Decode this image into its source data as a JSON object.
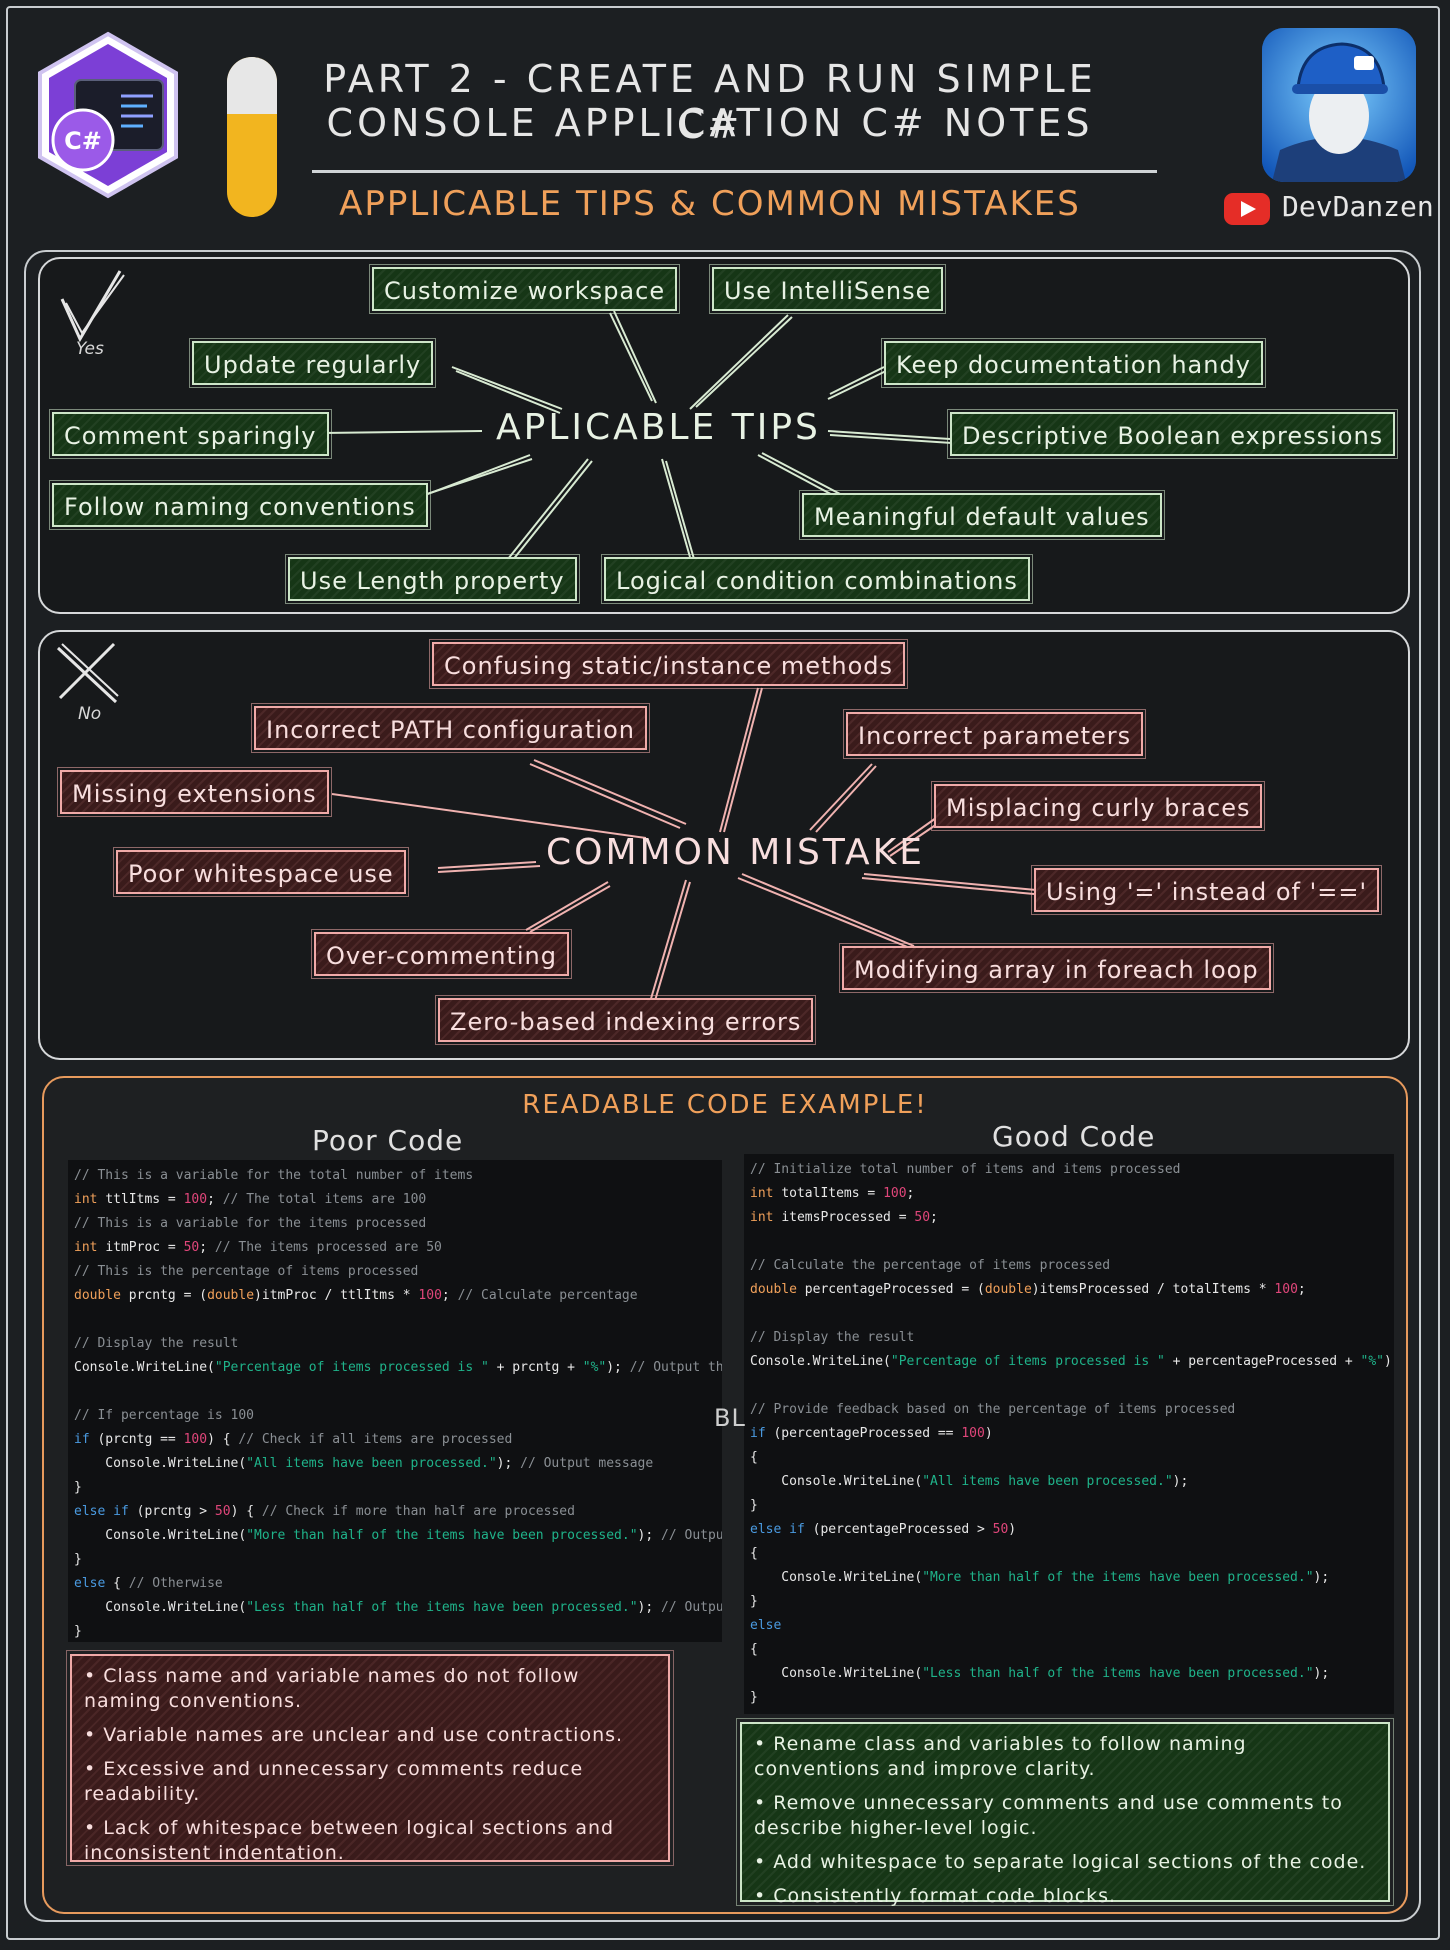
{
  "header": {
    "title_line1": "PART 2 - CREATE AND RUN SIMPLE C#",
    "title_line2": "CONSOLE APPLICATION C# NOTES",
    "subtitle": "APPLICABLE TIPS & COMMON MISTAKES",
    "logo_text": "C#",
    "channel": "DevDanzen"
  },
  "colors": {
    "background": "#1c1f22",
    "accent_orange": "#f0a05a",
    "tip_green": "#163616",
    "mistake_red": "#3a1b1b",
    "pill_yellow": "#f2b51f",
    "youtube_red": "#e52d27"
  },
  "icons": [
    "csharp-logo-icon",
    "youtube-icon",
    "checkmark-icon",
    "x-mark-icon",
    "avatar-robot-icon"
  ],
  "tips": {
    "check_label": "Yes",
    "center": "APLICABLE TIPS",
    "items": [
      "Customize workspace",
      "Use IntelliSense",
      "Update regularly",
      "Keep documentation handy",
      "Comment sparingly",
      "Descriptive Boolean expressions",
      "Follow naming conventions",
      "Meaningful default values",
      "Use Length property",
      "Logical condition combinations"
    ]
  },
  "mistakes": {
    "x_label": "No",
    "center": "COMMON MISTAKE",
    "items": [
      "Confusing static/instance methods",
      "Incorrect PATH configuration",
      "Incorrect parameters",
      "Missing extensions",
      "Misplacing curly braces",
      "Poor whitespace use",
      "Using '=' instead of '=='",
      "Over-commenting",
      "Modifying array in foreach loop",
      "Zero-based indexing errors"
    ]
  },
  "readable": {
    "title": "READABLE CODE EXAMPLE!",
    "poor_heading": "Poor Code",
    "good_heading": "Good Code",
    "stray_text": "BL",
    "poor_code": [
      [
        [
          "cm",
          "// This is a variable for the total number of items"
        ]
      ],
      [
        [
          "kw",
          "int "
        ],
        [
          "t",
          "ttlItms = "
        ],
        [
          "num",
          "100"
        ],
        [
          "t",
          "; "
        ],
        [
          "cm",
          "// The total items are 100"
        ]
      ],
      [
        [
          "cm",
          "// This is a variable for the items processed"
        ]
      ],
      [
        [
          "kw",
          "int "
        ],
        [
          "t",
          "itmProc = "
        ],
        [
          "num",
          "50"
        ],
        [
          "t",
          "; "
        ],
        [
          "cm",
          "// The items processed are 50"
        ]
      ],
      [
        [
          "cm",
          "// This is the percentage of items processed"
        ]
      ],
      [
        [
          "kw",
          "double "
        ],
        [
          "t",
          "prcntg = ("
        ],
        [
          "kw",
          "double"
        ],
        [
          "t",
          ")itmProc / ttlItms * "
        ],
        [
          "num",
          "100"
        ],
        [
          "t",
          "; "
        ],
        [
          "cm",
          "// Calculate percentage"
        ]
      ],
      [],
      [
        [
          "cm",
          "// Display the result"
        ]
      ],
      [
        [
          "t",
          "Console.WriteLine("
        ],
        [
          "str",
          "\"Percentage of items processed is \""
        ],
        [
          "t",
          " + prcntg + "
        ],
        [
          "str",
          "\"%\""
        ],
        [
          "t",
          "); "
        ],
        [
          "cm",
          "// Output the"
        ]
      ],
      [],
      [
        [
          "cm",
          "// If percentage is 100"
        ]
      ],
      [
        [
          "kb",
          "if "
        ],
        [
          "t",
          "(prcntg == "
        ],
        [
          "num",
          "100"
        ],
        [
          "t",
          ") { "
        ],
        [
          "cm",
          "// Check if all items are processed"
        ]
      ],
      [
        [
          "t",
          "    Console.WriteLine("
        ],
        [
          "str",
          "\"All items have been processed.\""
        ],
        [
          "t",
          "); "
        ],
        [
          "cm",
          "// Output message"
        ]
      ],
      [
        [
          "t",
          "}"
        ]
      ],
      [
        [
          "kb",
          "else if "
        ],
        [
          "t",
          "(prcntg > "
        ],
        [
          "num",
          "50"
        ],
        [
          "t",
          ") { "
        ],
        [
          "cm",
          "// Check if more than half are processed"
        ]
      ],
      [
        [
          "t",
          "    Console.WriteLine("
        ],
        [
          "str",
          "\"More than half of the items have been processed.\""
        ],
        [
          "t",
          "); "
        ],
        [
          "cm",
          "// Output"
        ]
      ],
      [
        [
          "t",
          "}"
        ]
      ],
      [
        [
          "kb",
          "else "
        ],
        [
          "t",
          "{ "
        ],
        [
          "cm",
          "// Otherwise"
        ]
      ],
      [
        [
          "t",
          "    Console.WriteLine("
        ],
        [
          "str",
          "\"Less than half of the items have been processed.\""
        ],
        [
          "t",
          "); "
        ],
        [
          "cm",
          "// Output"
        ]
      ],
      [
        [
          "t",
          "}"
        ]
      ]
    ],
    "good_code": [
      [
        [
          "cm",
          "// Initialize total number of items and items processed"
        ]
      ],
      [
        [
          "kw",
          "int "
        ],
        [
          "t",
          "totalItems = "
        ],
        [
          "num",
          "100"
        ],
        [
          "t",
          ";"
        ]
      ],
      [
        [
          "kw",
          "int "
        ],
        [
          "t",
          "itemsProcessed = "
        ],
        [
          "num",
          "50"
        ],
        [
          "t",
          ";"
        ]
      ],
      [],
      [
        [
          "cm",
          "// Calculate the percentage of items processed"
        ]
      ],
      [
        [
          "kw",
          "double "
        ],
        [
          "t",
          "percentageProcessed = ("
        ],
        [
          "kw",
          "double"
        ],
        [
          "t",
          ")itemsProcessed / totalItems * "
        ],
        [
          "num",
          "100"
        ],
        [
          "t",
          ";"
        ]
      ],
      [],
      [
        [
          "cm",
          "// Display the result"
        ]
      ],
      [
        [
          "t",
          "Console.WriteLine("
        ],
        [
          "str",
          "\"Percentage of items processed is \""
        ],
        [
          "t",
          " + percentageProcessed + "
        ],
        [
          "str",
          "\"%\""
        ],
        [
          "t",
          ");"
        ]
      ],
      [],
      [
        [
          "cm",
          "// Provide feedback based on the percentage of items processed"
        ]
      ],
      [
        [
          "kb",
          "if "
        ],
        [
          "t",
          "(percentageProcessed == "
        ],
        [
          "num",
          "100"
        ],
        [
          "t",
          ")"
        ]
      ],
      [
        [
          "t",
          "{"
        ]
      ],
      [
        [
          "t",
          "    Console.WriteLine("
        ],
        [
          "str",
          "\"All items have been processed.\""
        ],
        [
          "t",
          ");"
        ]
      ],
      [
        [
          "t",
          "}"
        ]
      ],
      [
        [
          "kb",
          "else if "
        ],
        [
          "t",
          "(percentageProcessed > "
        ],
        [
          "num",
          "50"
        ],
        [
          "t",
          ")"
        ]
      ],
      [
        [
          "t",
          "{"
        ]
      ],
      [
        [
          "t",
          "    Console.WriteLine("
        ],
        [
          "str",
          "\"More than half of the items have been processed.\""
        ],
        [
          "t",
          ");"
        ]
      ],
      [
        [
          "t",
          "}"
        ]
      ],
      [
        [
          "kb",
          "else"
        ]
      ],
      [
        [
          "t",
          "{"
        ]
      ],
      [
        [
          "t",
          "    Console.WriteLine("
        ],
        [
          "str",
          "\"Less than half of the items have been processed.\""
        ],
        [
          "t",
          ");"
        ]
      ],
      [
        [
          "t",
          "}"
        ]
      ]
    ],
    "poor_notes": [
      "• Class name and variable names do not follow naming conventions.",
      "• Variable names are unclear and use contractions.",
      "• Excessive and unnecessary comments reduce readability.",
      "• Lack of whitespace between logical sections and inconsistent indentation."
    ],
    "good_notes": [
      "• Rename class and variables to follow naming conventions and improve clarity.",
      "• Remove unnecessary comments and use comments to describe higher-level logic.",
      "• Add whitespace to separate logical sections of the code.",
      "• Consistently format code blocks."
    ]
  }
}
